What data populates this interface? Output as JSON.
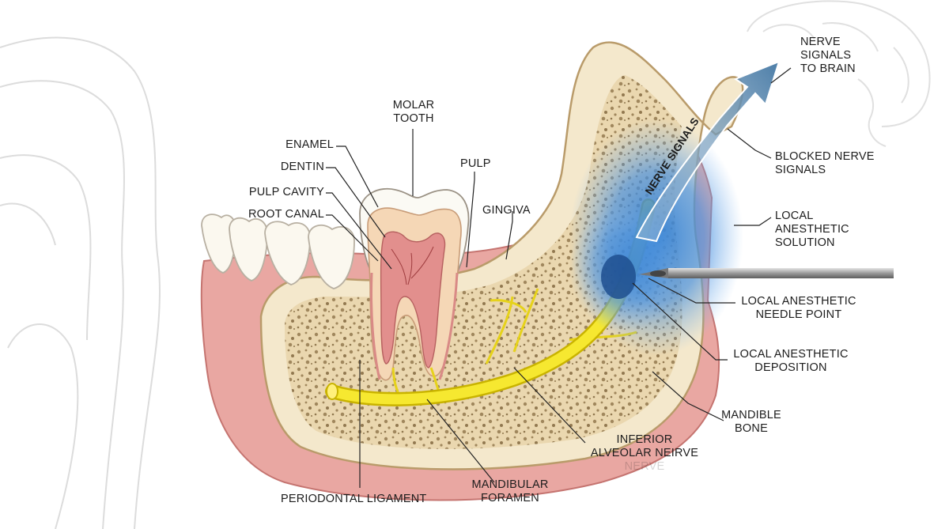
{
  "labels": {
    "molar_tooth": [
      "MOLAR",
      "TOOTH"
    ],
    "enamel": [
      "ENAMEL"
    ],
    "dentin": [
      "DENTIN"
    ],
    "pulp_cavity": [
      "PULP CAVITY"
    ],
    "root_canal": [
      "ROOT CANAL"
    ],
    "pulp": [
      "PULP"
    ],
    "gingiva": [
      "GINGIVA"
    ],
    "nerve_signals_brain": [
      "NERVE",
      "SIGNALS",
      "TO BRAIN"
    ],
    "nerve_signals_arrow": "NERVE SIGNALS",
    "blocked_nerve_signals": [
      "BLOCKED NERVE",
      "SIGNALS"
    ],
    "local_anesthetic_solution": [
      "LOCAL",
      "ANESTHETIC",
      "SOLUTION"
    ],
    "needle_point": [
      "LOCAL ANESTHETIC",
      "NEEDLE POINT"
    ],
    "deposition": [
      "LOCAL ANESTHETIC",
      "DEPOSITION"
    ],
    "mandible_bone": [
      "MANDIBLE",
      "BONE"
    ],
    "inferior_alveolar_nerve": [
      "INFERIOR",
      "ALVEOLAR NEIRVE",
      "NERVE"
    ],
    "mandibular_foramen": [
      "MANDIBULAR",
      "FORAMEN"
    ],
    "periodontal_ligament": [
      "PERIODONTAL LIGAMENT"
    ]
  },
  "colors": {
    "gum": "#e8a39f",
    "gum_dark": "#c8716d",
    "bone": "#ecdcb8",
    "bone_cortex": "#f5ecd6",
    "enamel": "#fbfaf4",
    "dentin": "#f6dcc0",
    "pulp": "#e3898a",
    "nerve": "#f4e41c",
    "anesthetic": "#2f7fd6",
    "arrow": "#5f87a8",
    "line": "#222222",
    "sketch": "#d9d9d9"
  }
}
